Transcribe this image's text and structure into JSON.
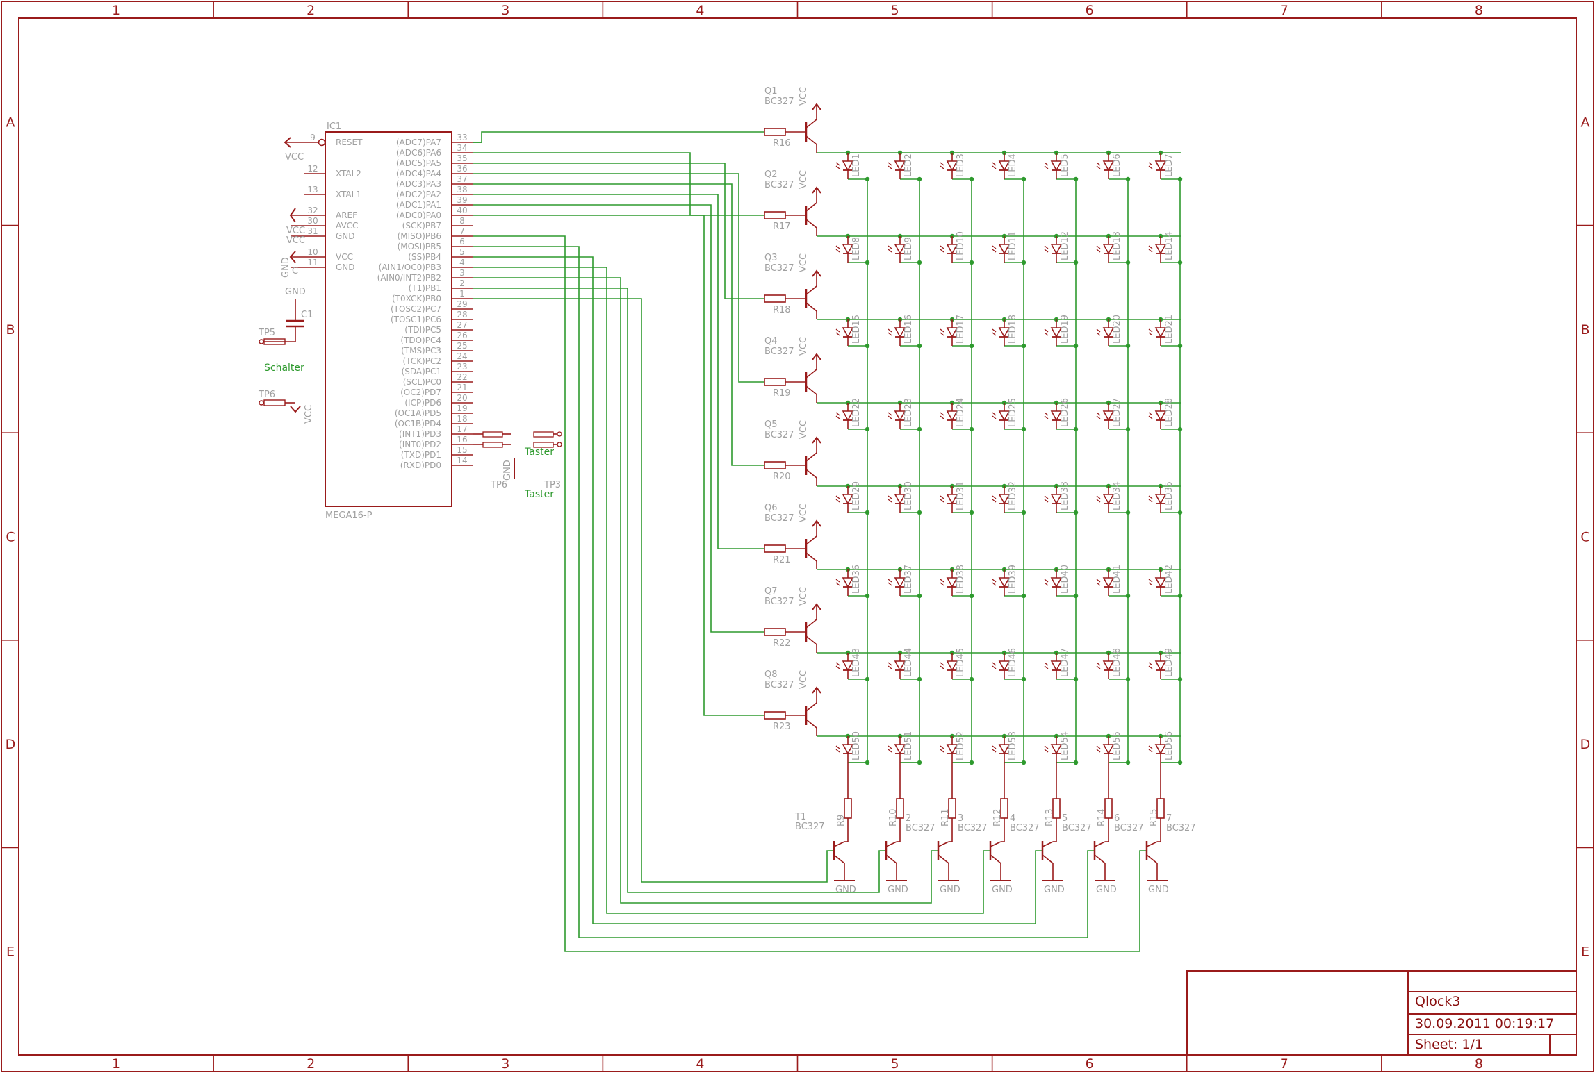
{
  "frame": {
    "columns": [
      "1",
      "2",
      "3",
      "4",
      "5",
      "6",
      "7",
      "8"
    ],
    "rows": [
      "A",
      "B",
      "C",
      "D",
      "E"
    ],
    "colors": {
      "frame": "#9a1b1b",
      "wire": "#2e9a2e",
      "part": "#9a1b1b",
      "text": "#a0a0a0",
      "net_label": "#2e9a2e"
    }
  },
  "title_block": {
    "title": "Qlock3",
    "date": "30.09.2011 00:19:17",
    "sheet": "Sheet: 1/1"
  },
  "mcu": {
    "name": "IC1",
    "value": "MEGA16-P",
    "left_pins": [
      {
        "num": "9",
        "name": "RESET"
      },
      {
        "num": "12",
        "name": "XTAL2"
      },
      {
        "num": "13",
        "name": "XTAL1"
      },
      {
        "num": "32",
        "name": "AREF"
      },
      {
        "num": "30",
        "name": "AVCC"
      },
      {
        "num": "31",
        "name": "GND"
      },
      {
        "num": "10",
        "name": "VCC"
      },
      {
        "num": "11",
        "name": "GND"
      }
    ],
    "right_pins": [
      {
        "num": "33",
        "name": "(ADC7)PA7"
      },
      {
        "num": "34",
        "name": "(ADC6)PA6"
      },
      {
        "num": "35",
        "name": "(ADC5)PA5"
      },
      {
        "num": "36",
        "name": "(ADC4)PA4"
      },
      {
        "num": "37",
        "name": "(ADC3)PA3"
      },
      {
        "num": "38",
        "name": "(ADC2)PA2"
      },
      {
        "num": "39",
        "name": "(ADC1)PA1"
      },
      {
        "num": "40",
        "name": "(ADC0)PA0"
      },
      {
        "num": "8",
        "name": "(SCK)PB7"
      },
      {
        "num": "7",
        "name": "(MISO)PB6"
      },
      {
        "num": "6",
        "name": "(MOSI)PB5"
      },
      {
        "num": "5",
        "name": "(SS)PB4"
      },
      {
        "num": "4",
        "name": "(AIN1/OC0)PB3"
      },
      {
        "num": "3",
        "name": "(AIN0/INT2)PB2"
      },
      {
        "num": "2",
        "name": "(T1)PB1"
      },
      {
        "num": "1",
        "name": "(T0XCK)PB0"
      },
      {
        "num": "29",
        "name": "(TOSC2)PC7"
      },
      {
        "num": "28",
        "name": "(TOSC1)PC6"
      },
      {
        "num": "27",
        "name": "(TDI)PC5"
      },
      {
        "num": "26",
        "name": "(TDO)PC4"
      },
      {
        "num": "25",
        "name": "(TMS)PC3"
      },
      {
        "num": "24",
        "name": "(TCK)PC2"
      },
      {
        "num": "23",
        "name": "(SDA)PC1"
      },
      {
        "num": "22",
        "name": "(SCL)PC0"
      },
      {
        "num": "21",
        "name": "(OC2)PD7"
      },
      {
        "num": "20",
        "name": "(ICP)PD6"
      },
      {
        "num": "19",
        "name": "(OC1A)PD5"
      },
      {
        "num": "18",
        "name": "(OC1B)PD4"
      },
      {
        "num": "17",
        "name": "(INT1)PD3"
      },
      {
        "num": "16",
        "name": "(INT0)PD2"
      },
      {
        "num": "15",
        "name": "(TXD)PD1"
      },
      {
        "num": "14",
        "name": "(RXD)PD0"
      }
    ]
  },
  "supply": {
    "vcc": "VCC",
    "gnd": "GND"
  },
  "misc_parts": {
    "c1": "C1",
    "tp5": "TP5",
    "tp6": "TP6",
    "tp_left": "TP6",
    "tp_right": "TP3",
    "schalter": "Schalter",
    "taster_top": "Taster",
    "taster_bottom": "Taster"
  },
  "row_drivers": [
    {
      "q": "Q1",
      "value": "BC327",
      "r": "R16"
    },
    {
      "q": "Q2",
      "value": "BC327",
      "r": "R17"
    },
    {
      "q": "Q3",
      "value": "BC327",
      "r": "R18"
    },
    {
      "q": "Q4",
      "value": "BC327",
      "r": "R19"
    },
    {
      "q": "Q5",
      "value": "BC327",
      "r": "R20"
    },
    {
      "q": "Q6",
      "value": "BC327",
      "r": "R21"
    },
    {
      "q": "Q7",
      "value": "BC327",
      "r": "R22"
    },
    {
      "q": "Q8",
      "value": "BC327",
      "r": "R23"
    }
  ],
  "led_rows": [
    [
      "LED1",
      "LED2",
      "LED3",
      "LED4",
      "LED5",
      "LED6",
      "LED7"
    ],
    [
      "LED8",
      "LED9",
      "LED10",
      "LED11",
      "LED12",
      "LED13",
      "LED14"
    ],
    [
      "LED15",
      "LED16",
      "LED17",
      "LED18",
      "LED19",
      "LED20",
      "LED21"
    ],
    [
      "LED22",
      "LED23",
      "LED24",
      "LED25",
      "LED26",
      "LED27",
      "LED28"
    ],
    [
      "LED29",
      "LED30",
      "LED31",
      "LED32",
      "LED33",
      "LED34",
      "LED35"
    ],
    [
      "LED36",
      "LED37",
      "LED38",
      "LED39",
      "LED40",
      "LED41",
      "LED42"
    ],
    [
      "LED43",
      "LED44",
      "LED45",
      "LED46",
      "LED47",
      "LED48",
      "LED49"
    ],
    [
      "LED50",
      "LED51",
      "LED52",
      "LED53",
      "LED54",
      "LED55",
      "LED56"
    ]
  ],
  "column_drivers": [
    {
      "r": "R9",
      "t": "T1",
      "value": "BC327"
    },
    {
      "r": "R10",
      "t": "T2",
      "value": "BC327"
    },
    {
      "r": "R11",
      "t": "T3",
      "value": "BC327"
    },
    {
      "r": "R12",
      "t": "T4",
      "value": "BC327"
    },
    {
      "r": "R13",
      "t": "T5",
      "value": "BC327"
    },
    {
      "r": "R14",
      "t": "T6",
      "value": "BC327"
    },
    {
      "r": "R15",
      "t": "T7",
      "value": "BC327"
    }
  ]
}
